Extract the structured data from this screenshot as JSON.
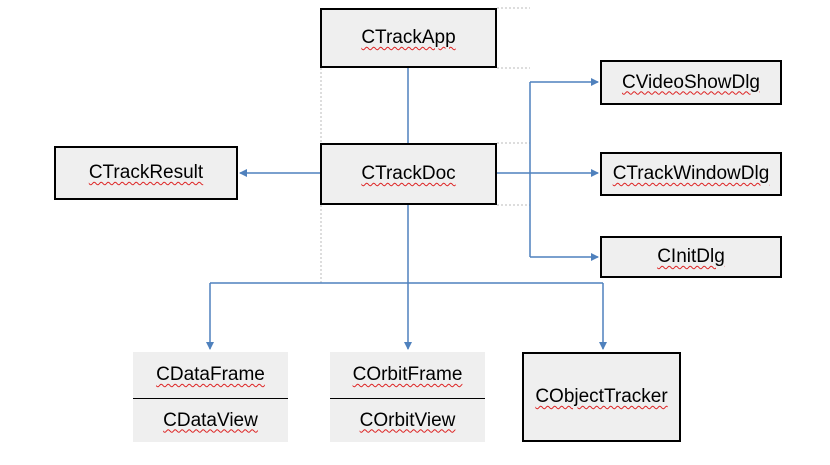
{
  "nodes": {
    "app": "CTrackApp",
    "doc": "CTrackDoc",
    "result": "CTrackResult",
    "video_show": "CVideoShowDlg",
    "track_window": "CTrackWindowDlg",
    "init": "CInitDlg",
    "data_frame": "CDataFrame",
    "data_view": "CDataView",
    "orbit_frame": "COrbitFrame",
    "orbit_view": "COrbitView",
    "object_tracker": "CObjectTracker"
  },
  "colors": {
    "connector": "#4f81bd",
    "box_fill": "#efefef",
    "guide": "#bbbbbb"
  }
}
